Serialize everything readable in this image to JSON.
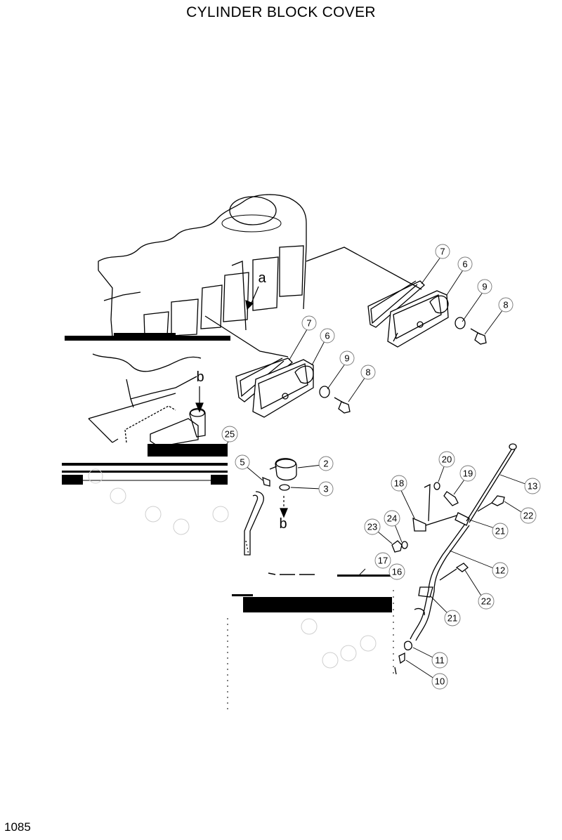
{
  "page": {
    "title": "CYLINDER BLOCK COVER",
    "page_number": "1085"
  },
  "callouts": [
    {
      "id": "c7-upper",
      "label": "7"
    },
    {
      "id": "c6-upper",
      "label": "6"
    },
    {
      "id": "c9-upper",
      "label": "9"
    },
    {
      "id": "c8-upper",
      "label": "8"
    },
    {
      "id": "c7-lower",
      "label": "7"
    },
    {
      "id": "c6-lower",
      "label": "6"
    },
    {
      "id": "c9-lower",
      "label": "9"
    },
    {
      "id": "c8-lower",
      "label": "8"
    },
    {
      "id": "c25",
      "label": "25"
    },
    {
      "id": "c5",
      "label": "5"
    },
    {
      "id": "c2",
      "label": "2"
    },
    {
      "id": "c3",
      "label": "3"
    },
    {
      "id": "c20",
      "label": "20"
    },
    {
      "id": "c19",
      "label": "19"
    },
    {
      "id": "c18",
      "label": "18"
    },
    {
      "id": "c13",
      "label": "13"
    },
    {
      "id": "c22-upper",
      "label": "22"
    },
    {
      "id": "c24",
      "label": "24"
    },
    {
      "id": "c23",
      "label": "23"
    },
    {
      "id": "c21-upper",
      "label": "21"
    },
    {
      "id": "c17",
      "label": "17"
    },
    {
      "id": "c16",
      "label": "16"
    },
    {
      "id": "c12",
      "label": "12"
    },
    {
      "id": "c22-lower",
      "label": "22"
    },
    {
      "id": "c21-lower",
      "label": "21"
    },
    {
      "id": "c11",
      "label": "11"
    },
    {
      "id": "c10",
      "label": "10"
    }
  ],
  "reference_marks": [
    {
      "id": "ref-a",
      "label": "a"
    },
    {
      "id": "ref-b-upper",
      "label": "b"
    },
    {
      "id": "ref-b-lower",
      "label": "b"
    }
  ]
}
